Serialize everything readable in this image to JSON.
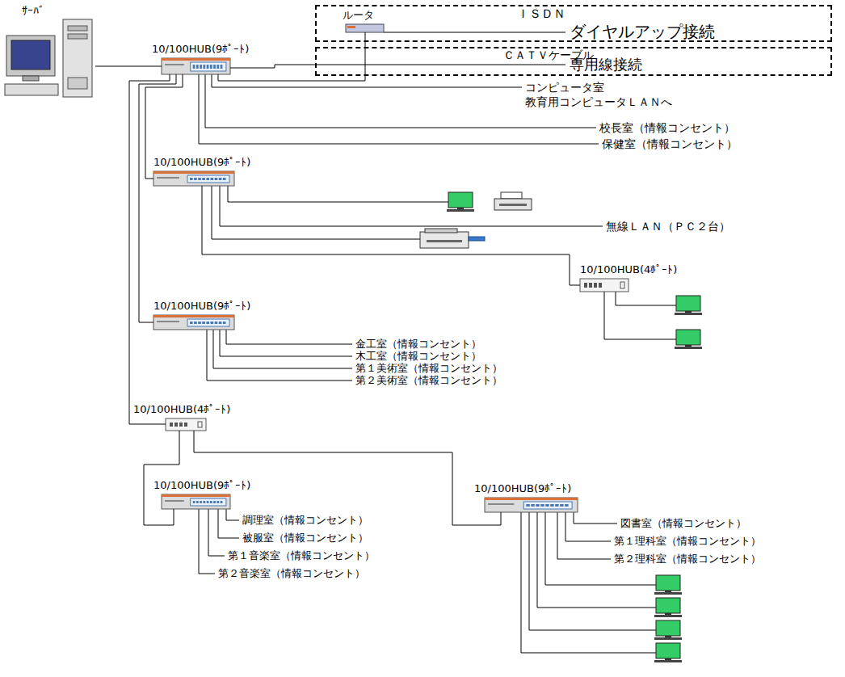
{
  "diagram": {
    "nodes": [
      {
        "text": [
          "ｻｰﾊﾞ"
        ]
      },
      {
        "text": [
          "10/100HUB(9ﾎﾟｰﾄ)"
        ]
      },
      {
        "text": [
          "ＩＳＤＮ",
          "ダイヤルアップ接続"
        ]
      },
      {
        "text": [
          "ルータ"
        ],
        "in": 2
      },
      {
        "text": [
          "ＣＡＴＶケーブル",
          "専用線接続"
        ]
      },
      {
        "text": [
          "10/100HUB(9ﾎﾟｰﾄ)"
        ]
      },
      {
        "text": [
          "10/100HUB(4ﾎﾟｰﾄ)"
        ]
      },
      {
        "text": [
          "10/100HUB(9ﾎﾟｰﾄ)"
        ]
      },
      {
        "text": [
          "10/100HUB(4ﾎﾟｰﾄ)"
        ]
      },
      {
        "text": [
          "10/100HUB(9ﾎﾟｰﾄ)"
        ]
      },
      {
        "text": [
          "10/100HUB(9ﾎﾟｰﾄ)"
        ]
      }
    ],
    "edges": [
      {
        "from": 0,
        "to": 1,
        "arrow": "none"
      },
      {
        "from": 1,
        "to": 3,
        "arrow": "none"
      },
      {
        "from": 1,
        "to": 4,
        "arrow": "none"
      },
      {
        "from": 1,
        "to": 5,
        "arrow": "none"
      },
      {
        "from": 1,
        "to": 7,
        "arrow": "none"
      },
      {
        "from": 1,
        "to": 8,
        "arrow": "none"
      },
      {
        "from": 5,
        "to": 6,
        "arrow": "none"
      },
      {
        "from": 8,
        "to": 9,
        "arrow": "none"
      },
      {
        "from": 8,
        "to": 10,
        "arrow": "none"
      }
    ],
    "labels": [
      "コンピュータ室",
      "教育用コンピュータＬＡＮへ",
      "校長室（情報コンセント）",
      "保健室（情報コンセント）",
      "無線ＬＡＮ（ＰＣ２台）",
      "金工室（情報コンセント）",
      "木工室（情報コンセント）",
      "第１美術室（情報コンセント）",
      "第２美術室（情報コンセント）",
      "調理室（情報コンセント）",
      "被服室（情報コンセント）",
      "第１音楽室（情報コンセント）",
      "第２音楽室（情報コンセント）",
      "図書室（情報コンセント）",
      "第１理科室（情報コンセント）",
      "第２理科室（情報コンセント）"
    ]
  }
}
